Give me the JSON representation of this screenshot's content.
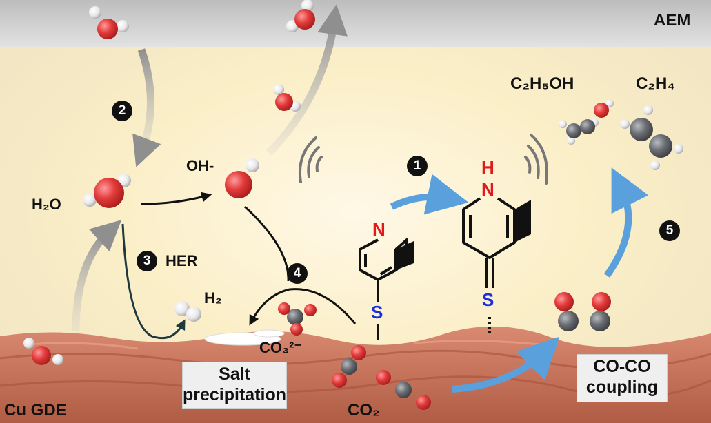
{
  "colors": {
    "blue_arrow": "#5aa0dc",
    "gray_arrow": "#9a9a9a",
    "dark_arrow": "#1f3a3f",
    "oxygen": "#e23a3a",
    "carbon": "#6a6d72",
    "hydrogen": "#e8e8ea",
    "copper": "#c9735a",
    "nitrogen_label": "#e01a1a",
    "sulfur_label": "#1a2fd8"
  },
  "labels": {
    "membrane": "AEM",
    "electrode": "Cu GDE",
    "water": "H₂O",
    "hydroxide": "OH-",
    "hydrogen": "H₂",
    "carbonate": "CO₃²⁻",
    "co2": "CO₂",
    "ethanol": "C₂H₅OH",
    "ethylene": "C₂H₄",
    "her": "HER",
    "salt_line1": "Salt",
    "salt_line2": "precipitation",
    "coupling_line1": "CO-CO",
    "coupling_line2": "coupling",
    "atom_n1": "N",
    "atom_n2": "N",
    "atom_h": "H",
    "atom_s1": "S",
    "atom_s2": "S"
  },
  "steps": [
    "1",
    "2",
    "3",
    "4",
    "5"
  ]
}
